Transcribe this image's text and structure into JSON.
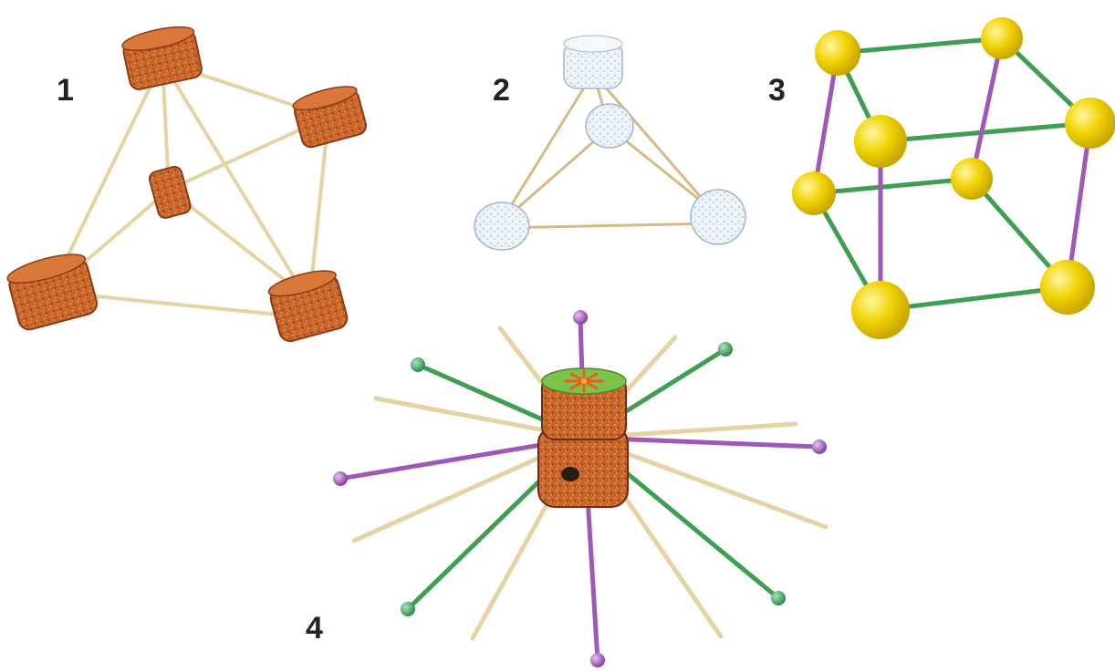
{
  "labels": {
    "model1": "1",
    "model2": "2",
    "model3": "3",
    "model4": "4"
  },
  "colors": {
    "cork": "#c8652a",
    "cork_dark": "#8a3a14",
    "toothpick": "#e6d3a3",
    "ice": "#d6e2ee",
    "ball_yellow": "#f0d200",
    "stick_green": "#3f9e52",
    "stick_purple": "#a058b8",
    "ball_green": "#3aa25e",
    "ball_purple": "#a058b8",
    "flower_orange": "#f05a1e",
    "flower_green": "#7cc24a"
  }
}
